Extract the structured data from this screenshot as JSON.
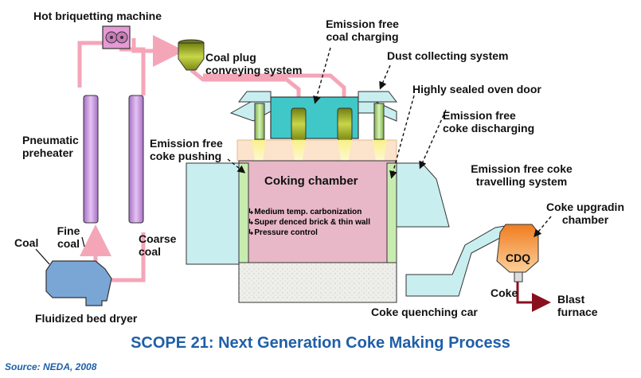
{
  "labels": {
    "hot_briquetting_machine": "Hot briquetting machine",
    "coal_plug_line1": "Coal plug",
    "coal_plug_line2": "conveying system",
    "emission_free_charging_line1": "Emission free",
    "emission_free_charging_line2": "coal charging",
    "dust_collecting": "Dust collecting system",
    "sealed_oven_door": "Highly sealed oven door",
    "coke_discharging_line1": "Emission free",
    "coke_discharging_line2": "coke discharging",
    "pneumatic_preheater_line1": "Pneumatic",
    "pneumatic_preheater_line2": "preheater",
    "coke_pushing_line1": "Emission free",
    "coke_pushing_line2": "coke pushing",
    "coking_chamber": "Coking chamber",
    "travelling_line1": "Emission free coke",
    "travelling_line2": "travelling system",
    "coke_upgrading_line1": "Coke upgradin",
    "coke_upgrading_line2": "chamber",
    "cdq": "CDQ",
    "fine_coal_line1": "Fine",
    "fine_coal_line2": "coal",
    "coarse_coal_line1": "Coarse",
    "coarse_coal_line2": "coal",
    "coal": "Coal",
    "fluidized_bed_dryer": "Fluidized bed dryer",
    "coke_quenching_car": "Coke quenching car",
    "coke": "Coke",
    "blast_furnace_line1": "Blast",
    "blast_furnace_line2": "furnace",
    "features": [
      "Medium temp. carbonization",
      "Super denced brick & thin wall",
      "Pressure control"
    ]
  },
  "title": "SCOPE 21: Next Generation Coke Making Process",
  "source": "Source: NEDA, 2008",
  "colors": {
    "pipe": "#f4a6b8",
    "preheater": "#c58ee0",
    "chamber": "#e8b8c8",
    "side": "#c9eef0",
    "green": "#c8ecb0",
    "hopper": "#b3c43a",
    "cdq": "#f59a3a",
    "dryer": "#7aa6d6",
    "title": "#1f5fa8",
    "arrow": "#8a1020"
  }
}
